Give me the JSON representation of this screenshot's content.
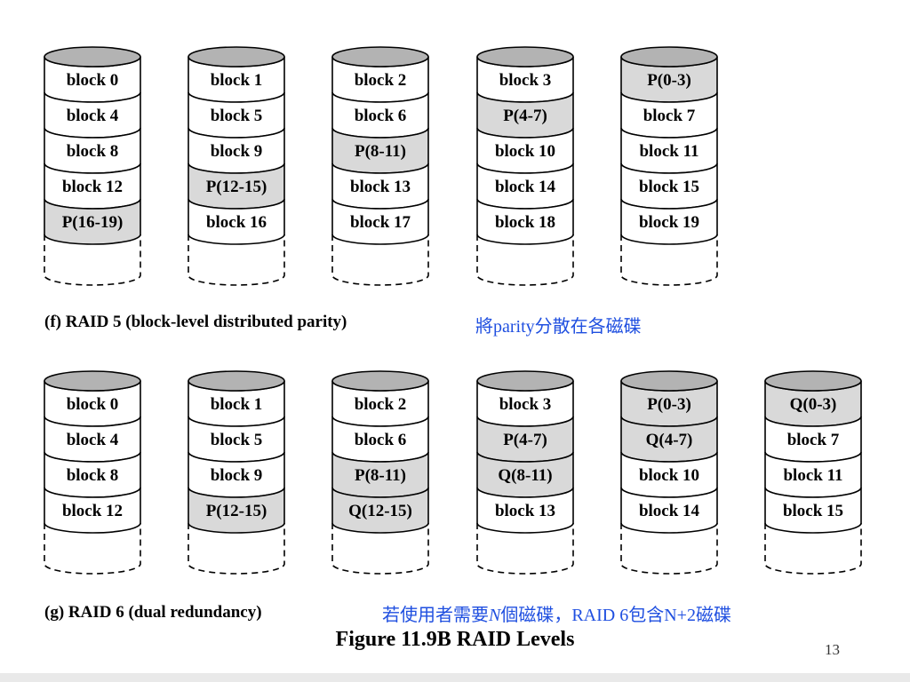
{
  "colors": {
    "parity_fill": "#d9d9d9",
    "block_fill": "#ffffff",
    "disk_top_fill": "#b3b3b3",
    "note_text": "#1f4fe0"
  },
  "raid5": {
    "caption": "(f) RAID 5 (block-level distributed parity)",
    "note": "將parity分散在各磁碟",
    "disks": [
      [
        {
          "label": "block 0",
          "parity": false
        },
        {
          "label": "block 4",
          "parity": false
        },
        {
          "label": "block 8",
          "parity": false
        },
        {
          "label": "block 12",
          "parity": false
        },
        {
          "label": "P(16-19)",
          "parity": true
        }
      ],
      [
        {
          "label": "block 1",
          "parity": false
        },
        {
          "label": "block 5",
          "parity": false
        },
        {
          "label": "block 9",
          "parity": false
        },
        {
          "label": "P(12-15)",
          "parity": true
        },
        {
          "label": "block 16",
          "parity": false
        }
      ],
      [
        {
          "label": "block 2",
          "parity": false
        },
        {
          "label": "block 6",
          "parity": false
        },
        {
          "label": "P(8-11)",
          "parity": true
        },
        {
          "label": "block 13",
          "parity": false
        },
        {
          "label": "block 17",
          "parity": false
        }
      ],
      [
        {
          "label": "block 3",
          "parity": false
        },
        {
          "label": "P(4-7)",
          "parity": true
        },
        {
          "label": "block 10",
          "parity": false
        },
        {
          "label": "block 14",
          "parity": false
        },
        {
          "label": "block 18",
          "parity": false
        }
      ],
      [
        {
          "label": "P(0-3)",
          "parity": true
        },
        {
          "label": "block 7",
          "parity": false
        },
        {
          "label": "block 11",
          "parity": false
        },
        {
          "label": "block 15",
          "parity": false
        },
        {
          "label": "block 19",
          "parity": false
        }
      ]
    ]
  },
  "raid6": {
    "caption": "(g) RAID 6 (dual redundancy)",
    "note_part1": "若使用者需要",
    "note_italic": "N",
    "note_part2": "個磁碟，RAID 6包含N+2磁碟",
    "disks": [
      [
        {
          "label": "block 0",
          "parity": false
        },
        {
          "label": "block 4",
          "parity": false
        },
        {
          "label": "block 8",
          "parity": false
        },
        {
          "label": "block 12",
          "parity": false
        }
      ],
      [
        {
          "label": "block 1",
          "parity": false
        },
        {
          "label": "block 5",
          "parity": false
        },
        {
          "label": "block 9",
          "parity": false
        },
        {
          "label": "P(12-15)",
          "parity": true
        }
      ],
      [
        {
          "label": "block 2",
          "parity": false
        },
        {
          "label": "block 6",
          "parity": false
        },
        {
          "label": "P(8-11)",
          "parity": true
        },
        {
          "label": "Q(12-15)",
          "parity": true
        }
      ],
      [
        {
          "label": "block 3",
          "parity": false
        },
        {
          "label": "P(4-7)",
          "parity": true
        },
        {
          "label": "Q(8-11)",
          "parity": true
        },
        {
          "label": "block 13",
          "parity": false
        }
      ],
      [
        {
          "label": "P(0-3)",
          "parity": true
        },
        {
          "label": "Q(4-7)",
          "parity": true
        },
        {
          "label": "block 10",
          "parity": false
        },
        {
          "label": "block 14",
          "parity": false
        }
      ],
      [
        {
          "label": "Q(0-3)",
          "parity": true
        },
        {
          "label": "block 7",
          "parity": false
        },
        {
          "label": "block 11",
          "parity": false
        },
        {
          "label": "block 15",
          "parity": false
        }
      ]
    ]
  },
  "figure_title": "Figure 11.9B RAID Levels",
  "page_number": "13"
}
